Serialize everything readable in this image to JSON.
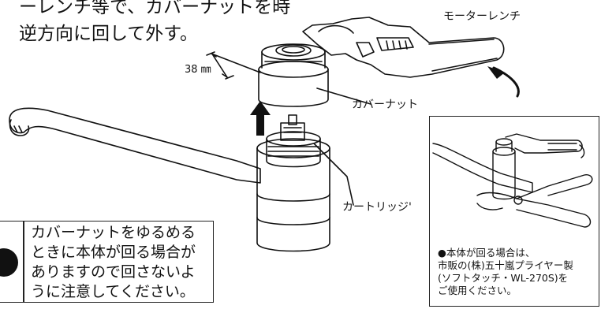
{
  "header_text": "ーレンチ等で、カバーナットを時\n逆方向に回して外す。",
  "labels": {
    "motor_wrench": "モーターレンチ",
    "dimension": "38 ㎜",
    "cover_nut": "カバーナット",
    "cartridge": "カートリッジ'"
  },
  "warning": {
    "text": "カバーナットをゆるめる\nときに本体が回る場合が\nありますので回さないよ\nうに注意してください。"
  },
  "inset": {
    "note": "●本体が回る場合は、\n市販の(株)五十嵐プライヤー製\n(ソフトタッチ・WL-270S)を\nご使用ください。"
  }
}
